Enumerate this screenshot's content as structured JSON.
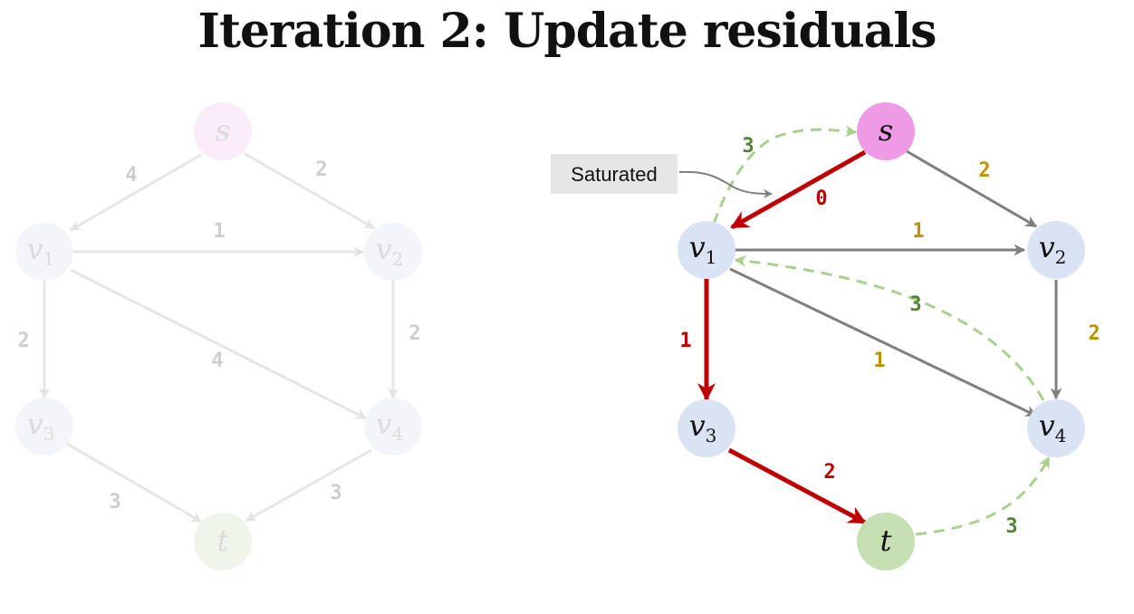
{
  "title": "Iteration 2: Update residuals",
  "callout": "Saturated",
  "left_graph": {
    "nodes": [
      {
        "id": "s",
        "letter": "s",
        "sub": ""
      },
      {
        "id": "v1",
        "letter": "v",
        "sub": "1"
      },
      {
        "id": "v2",
        "letter": "v",
        "sub": "2"
      },
      {
        "id": "v3",
        "letter": "v",
        "sub": "3"
      },
      {
        "id": "v4",
        "letter": "v",
        "sub": "4"
      },
      {
        "id": "t",
        "letter": "t",
        "sub": ""
      }
    ],
    "edges": [
      {
        "from": "s",
        "to": "v1",
        "label": "4"
      },
      {
        "from": "s",
        "to": "v2",
        "label": "2"
      },
      {
        "from": "v1",
        "to": "v2",
        "label": "1"
      },
      {
        "from": "v1",
        "to": "v3",
        "label": "2"
      },
      {
        "from": "v1",
        "to": "v4",
        "label": "4"
      },
      {
        "from": "v2",
        "to": "v4",
        "label": "2"
      },
      {
        "from": "v3",
        "to": "t",
        "label": "3"
      },
      {
        "from": "v4",
        "to": "t",
        "label": "3"
      }
    ]
  },
  "right_graph": {
    "nodes": [
      {
        "id": "s",
        "letter": "s",
        "sub": ""
      },
      {
        "id": "v1",
        "letter": "v",
        "sub": "1"
      },
      {
        "id": "v2",
        "letter": "v",
        "sub": "2"
      },
      {
        "id": "v3",
        "letter": "v",
        "sub": "3"
      },
      {
        "id": "v4",
        "letter": "v",
        "sub": "4"
      },
      {
        "id": "t",
        "letter": "t",
        "sub": ""
      }
    ],
    "edges": [
      {
        "from": "s",
        "to": "v1",
        "label": "0",
        "kind": "augmenting"
      },
      {
        "from": "s",
        "to": "v2",
        "label": "2",
        "kind": "forward"
      },
      {
        "from": "v1",
        "to": "v2",
        "label": "1",
        "kind": "forward"
      },
      {
        "from": "v1",
        "to": "v3",
        "label": "1",
        "kind": "augmenting"
      },
      {
        "from": "v1",
        "to": "v4",
        "label": "1",
        "kind": "forward"
      },
      {
        "from": "v2",
        "to": "v4",
        "label": "2",
        "kind": "forward"
      },
      {
        "from": "v3",
        "to": "t",
        "label": "2",
        "kind": "augmenting"
      },
      {
        "from": "v1",
        "to": "s",
        "label": "3",
        "kind": "residual"
      },
      {
        "from": "v4",
        "to": "v1",
        "label": "3",
        "kind": "residual"
      },
      {
        "from": "t",
        "to": "v4",
        "label": "3",
        "kind": "residual"
      }
    ]
  },
  "colors": {
    "source_node": "#ee9ae5",
    "sink_node": "#c6e0b4",
    "inner_node": "#dae3f3",
    "augmenting_edge": "#c00000",
    "forward_edge": "#7f7f7f",
    "residual_edge": "#a9d18e",
    "forward_label": "#bf9000",
    "residual_label": "#548235",
    "faded_edge": "#e4e4e4",
    "faded_label": "#c8c8c8"
  }
}
